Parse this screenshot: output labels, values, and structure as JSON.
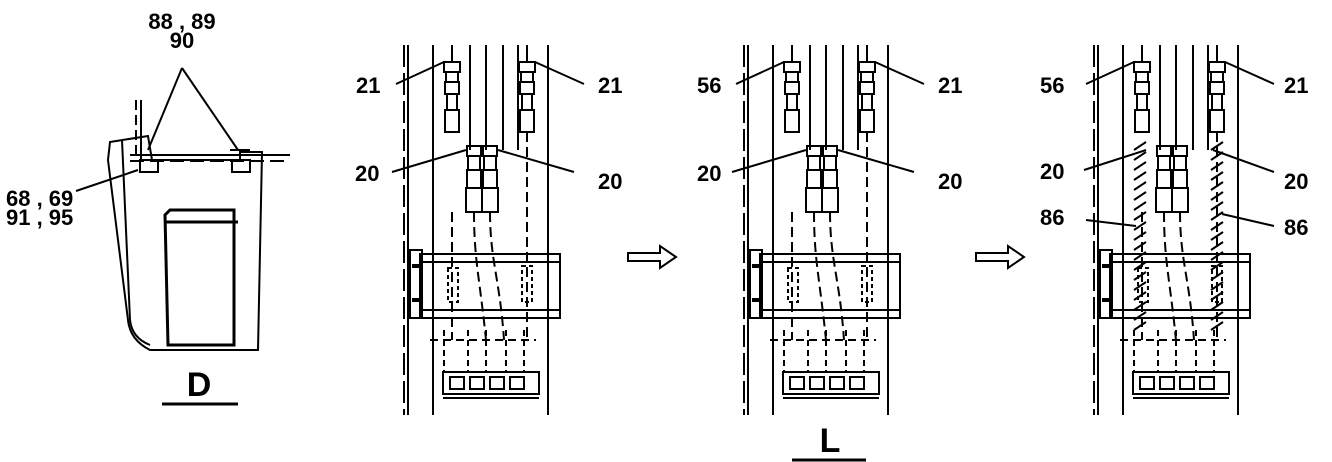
{
  "view_d": {
    "title": "D",
    "callout_top_line1": "88 , 89",
    "callout_top_line2": "90",
    "callout_left_line1": "68 , 69",
    "callout_left_line2": "91 , 95"
  },
  "panel_1": {
    "top_left": "21",
    "top_right": "21",
    "mid_left": "20",
    "mid_right": "20"
  },
  "panel_2": {
    "top_left": "56",
    "top_right": "21",
    "mid_left": "20",
    "mid_right": "20"
  },
  "panel_3": {
    "top_left": "56",
    "top_right": "21",
    "mid_left": "20",
    "mid_right": "20",
    "low_left": "86",
    "low_right": "86"
  },
  "view_l": {
    "title": "L"
  }
}
